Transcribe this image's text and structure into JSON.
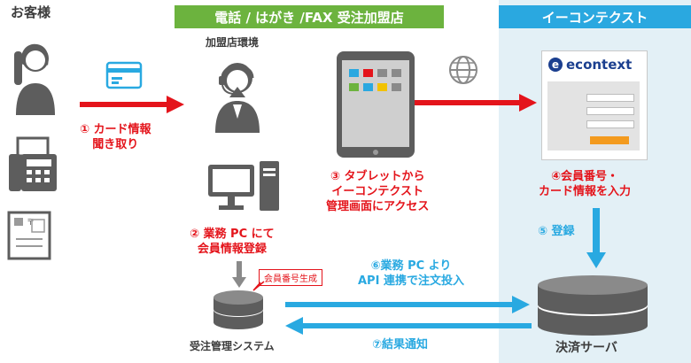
{
  "headers": {
    "customer": "お客様",
    "store": "電話 / はがき /FAX 受注加盟店",
    "econtext": "イーコンテクスト"
  },
  "store_env_label": "加盟店環境",
  "steps": {
    "s1": [
      "① カード情報",
      "聞き取り"
    ],
    "s2": [
      "② 業務 PC にて",
      "会員情報登録"
    ],
    "s3": [
      "③ タブレットから",
      "イーコンテクスト",
      "管理画面にアクセス"
    ],
    "s4": [
      "④会員番号・",
      "カード情報を入力"
    ],
    "s5": "⑤ 登録",
    "s6": [
      "⑥業務 PC より",
      "API 連携で注文投入"
    ],
    "s7": "⑦結果通知"
  },
  "callout": "会員番号生成",
  "order_system_label": "受注管理システム",
  "payment_server_label": "決済サーバ",
  "logo_text": "econtext",
  "colors": {
    "store_header": "#6cb33e",
    "econtext_header": "#2aa8e0",
    "econtext_bg": "#e3f0f6",
    "red": "#e4141b",
    "blue": "#29a9e1",
    "gray": "#6b6b6b"
  },
  "icons": [
    "phone-user-icon",
    "fax-icon",
    "postcard-icon",
    "credit-card-icon",
    "operator-icon",
    "pc-icon",
    "tablet-icon",
    "globe-icon",
    "database-icon",
    "server-database-icon",
    "econtext-screen-icon"
  ]
}
